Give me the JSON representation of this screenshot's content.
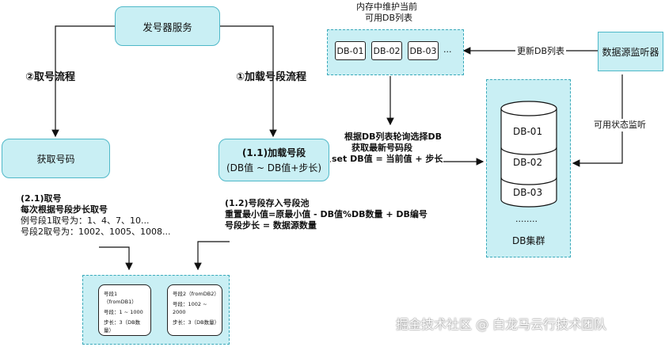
{
  "nodes": {
    "issuer": "发号器服务",
    "get_number": "获取号码",
    "load_segment_line1": "(1.1)加载号段",
    "load_segment_line2": "(DB值 ~ DB值+步长)",
    "monitor": "数据源监听器",
    "cluster_label": "DB集群",
    "memory_note_line1": "内存中维护当前",
    "memory_note_line2": "可用DB列表",
    "db_list": [
      "DB-01",
      "DB-02",
      "DB-03"
    ],
    "db_list_more": "...",
    "cluster_dbs": [
      "DB-01",
      "DB-02",
      "DB-03"
    ],
    "cluster_more": "........"
  },
  "flows": {
    "fetch_flow": "②取号流程",
    "load_flow": "①加载号段流程"
  },
  "edge_labels": {
    "update_list": "更新DB列表",
    "monitor_status": "可用状态监听",
    "select_line1": "根据DB列表轮询选择DB",
    "select_line2": "获取最新号码段",
    "select_line3": "set DB值 = 当前值 + 步长"
  },
  "notes": {
    "fetch": {
      "line1": "(2.1)取号",
      "line2": "每次根据号段步长取号",
      "line3": "例号段1取号为：1、4、7、10...",
      "line4": "号段2取号为：1002、1005、1008..."
    },
    "store": {
      "line1": "(1.2)号段存入号段池",
      "line2": "重置最小值=原最小值 - DB值%DB数量 + DB编号",
      "line3": "号段步长 = 数据源数量"
    }
  },
  "segments": [
    {
      "title": "号段1（fromDB1）",
      "range": "号段：1 ~ 1000",
      "step": "步长：3（DB数量）"
    },
    {
      "title": "号段2（fromDB2）",
      "range": "号段：1002 ~ 2000",
      "step": "步长：3（DB数量）"
    }
  ],
  "watermark": "掘金技术社区 @ 白龙马云行技术团队",
  "colors": {
    "fill": "#c9eff4",
    "stroke": "#4fb8c8"
  }
}
